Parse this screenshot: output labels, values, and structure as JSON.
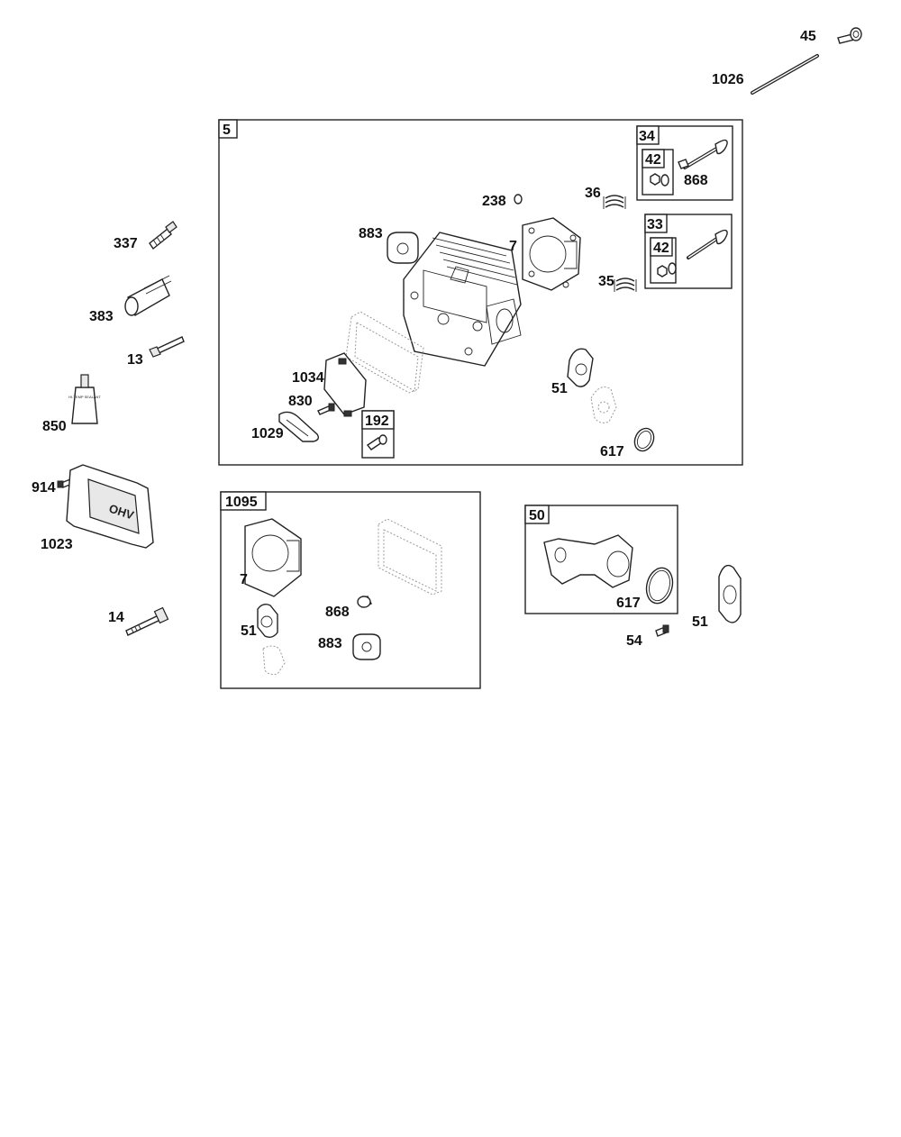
{
  "callouts": {
    "c45": "45",
    "c1026": "1026",
    "c337": "337",
    "c383": "383",
    "c13": "13",
    "c850": "850",
    "c914": "914",
    "c1023": "1023",
    "c14": "14"
  },
  "kit_5": {
    "box_label": "5",
    "c238": "238",
    "c36": "36",
    "c883": "883",
    "c7": "7",
    "c35": "35",
    "c1034": "1034",
    "c830": "830",
    "c1029": "1029",
    "c51": "51",
    "c617": "617",
    "sub_192": "192",
    "sub_34": {
      "box_label": "34",
      "inner_label": "42",
      "c868": "868"
    },
    "sub_33": {
      "box_label": "33",
      "inner_label": "42"
    }
  },
  "kit_1095": {
    "box_label": "1095",
    "c7": "7",
    "c51": "51",
    "c868": "868",
    "c883": "883"
  },
  "kit_50": {
    "box_label": "50",
    "c617": "617"
  },
  "loose": {
    "c54": "54",
    "c51": "51"
  },
  "artwork_text": {
    "valve_cover_emblem": "OHV",
    "sealant_tube": "HI-TEMP SEALANT"
  }
}
